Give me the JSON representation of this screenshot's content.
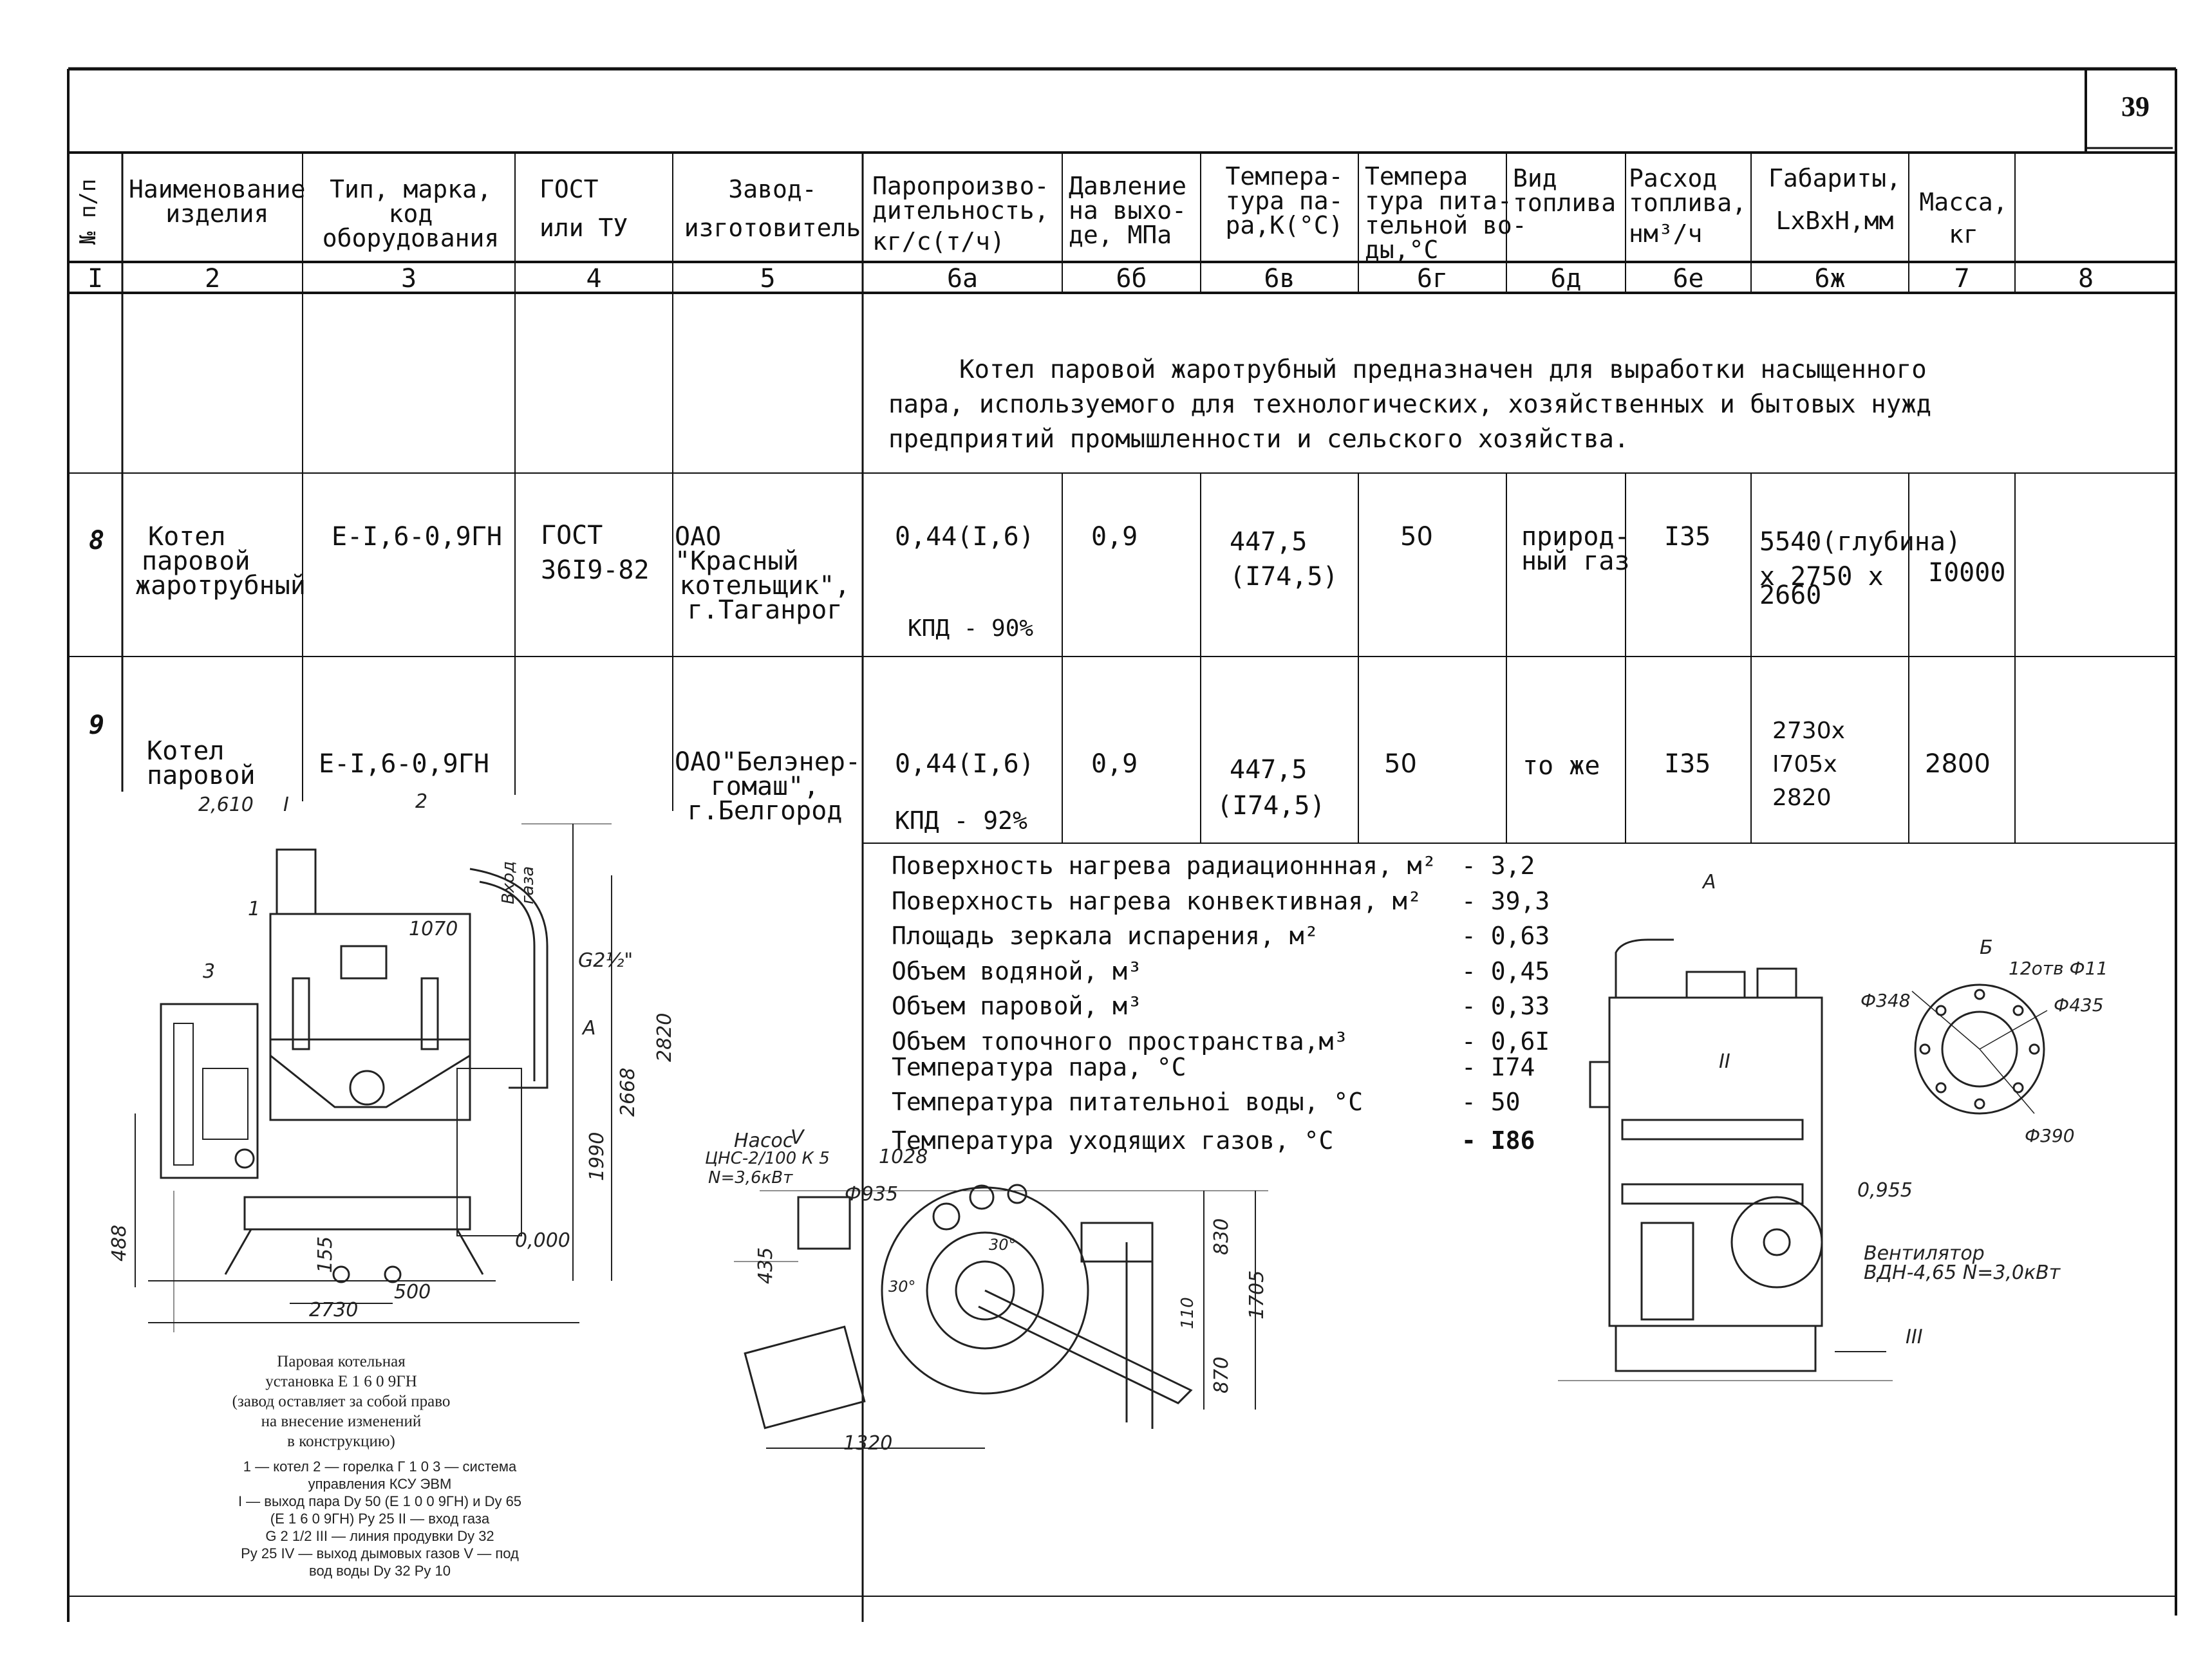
{
  "page_number": "39",
  "header": {
    "no": "№ п/п",
    "name": [
      "Наименование",
      "изделия"
    ],
    "type": [
      "Тип, марка,",
      "код",
      "оборудования"
    ],
    "gost": [
      "ГОСТ",
      "или  ТУ"
    ],
    "maker": [
      "Завод-",
      "изготовитель"
    ],
    "capacity": [
      "Паропроизво-",
      "дительность,",
      "кг/с(т/ч)"
    ],
    "pressure": [
      "Давление",
      "на выхо-",
      "де, МПа"
    ],
    "steam_temp": [
      "Темпера-",
      "тура па-",
      "ра,К(°С)"
    ],
    "water_temp": [
      "Темпера",
      "тура пита-",
      "тельной во-",
      "ды,°С"
    ],
    "fuel": [
      "Вид",
      "топлива"
    ],
    "consumption": [
      "Расход",
      "топлива,",
      "нм³/ч"
    ],
    "dims": [
      "Габариты,",
      "LxBxH,мм"
    ],
    "mass": [
      "Масса,",
      "кг"
    ]
  },
  "col_numbers": [
    "I",
    "2",
    "3",
    "4",
    "5",
    "6а",
    "6б",
    "6в",
    "6г",
    "6д",
    "6е",
    "6ж",
    "7",
    "8"
  ],
  "intro": [
    "Котел паровой жаротрубный предназначен для выработки насыщенного",
    "пара, используемого для технологических, хозяйственных и бытовых нужд",
    "предприятий промышленности и сельского хозяйства."
  ],
  "rows": [
    {
      "no": "8",
      "name": [
        "Котел",
        "паровой",
        "жаротрубный"
      ],
      "type": "E-I,6-0,9ГН",
      "gost": [
        "ГОСТ",
        "36I9-82"
      ],
      "maker": [
        "ОАО \"Красный",
        "котельщик\",",
        "г.Таганрог"
      ],
      "capacity": "0,44(I,6)",
      "efficiency": "КПД - 90%",
      "pressure": "0,9",
      "steam_temp": [
        "447,5",
        "(I74,5)"
      ],
      "water_temp": "50",
      "fuel": [
        "природ-",
        "ный газ"
      ],
      "consumption": "I35",
      "dims": [
        "5540(глубина)",
        "x 2750 x",
        "2660"
      ],
      "mass": "I0000"
    },
    {
      "no": "9",
      "name": [
        "Котел",
        "паровой"
      ],
      "type": "E-I,6-0,9ГН",
      "maker": [
        "ОАО\"Белэнер-",
        "гомаш\",",
        "г.Белгород"
      ],
      "capacity": "0,44(I,6)",
      "efficiency": "КПД - 92%",
      "pressure": "0,9",
      "steam_temp": [
        "447,5",
        "(I74,5)"
      ],
      "water_temp": "50",
      "fuel": "то же",
      "consumption": "I35",
      "dims": [
        "2730x",
        "I705x",
        "2820"
      ],
      "mass": "2800"
    }
  ],
  "specs": [
    {
      "label": "Поверхность нагрева радиационнная, м²",
      "value": "- 3,2"
    },
    {
      "label": "Поверхность нагрева конвективная, м²",
      "value": "- 39,3"
    },
    {
      "label": "Площадь зеркала испарения, м²",
      "value": "- 0,63"
    },
    {
      "label": "Объем водяной, м³",
      "value": "- 0,45"
    },
    {
      "label": "Объем паровой, м³",
      "value": "- 0,33"
    },
    {
      "label": "Объем топочного пространства,м³",
      "value": "- 0,6I"
    },
    {
      "label": "Температура пара, °С",
      "value": "- I74"
    },
    {
      "label": "Температура питательноi воды, °С",
      "value": "- 50"
    },
    {
      "label": "Температура уходящих газов, °С",
      "value": "- I86"
    }
  ],
  "caption": {
    "title": [
      "Паровая котельная",
      "установка Е 1 6 0 9ГН",
      "(завод оставляет за собой право",
      "на внесение изменений",
      "в конструкцию)"
    ],
    "legend": [
      "1 — котел  2 — горелка Г 1 0  3 — система",
      "управления КСУ ЭВМ",
      "I — выход пара  Dy 50 (Е 1 0 0 9ГН) и Dy 65",
      "(Е 1 6 0 9ГН)  Py 25   II  —  вход  газа",
      "G 2 1/2    III — линия  продувки   Dy 32",
      "Py 25  IV — выход дымовых газов  V — под",
      "вод воды  Dy 32  Py 10"
    ]
  },
  "drawing_labels": {
    "left": [
      "2,610",
      "I",
      "2",
      "1",
      "3",
      "1070",
      "Вход",
      "газа",
      "G2½\"",
      "А",
      "2668",
      "2820",
      "1990",
      "488",
      "155",
      "0,000",
      "500",
      "2730"
    ],
    "middle": [
      "Насос",
      "ЦНС-2/100 К 5",
      "N=3,6кВт",
      "V",
      "1028",
      "Ф935",
      "435",
      "30°",
      "30°",
      "830",
      "1705",
      "110",
      "870",
      "1320"
    ],
    "right": [
      "А",
      "II",
      "0,955",
      "Вентилятор",
      "ВДН-4,65 N=3,0кВт",
      "III",
      "Б",
      "12отв Ф11",
      "Ф348",
      "Ф435",
      "Ф390"
    ]
  }
}
